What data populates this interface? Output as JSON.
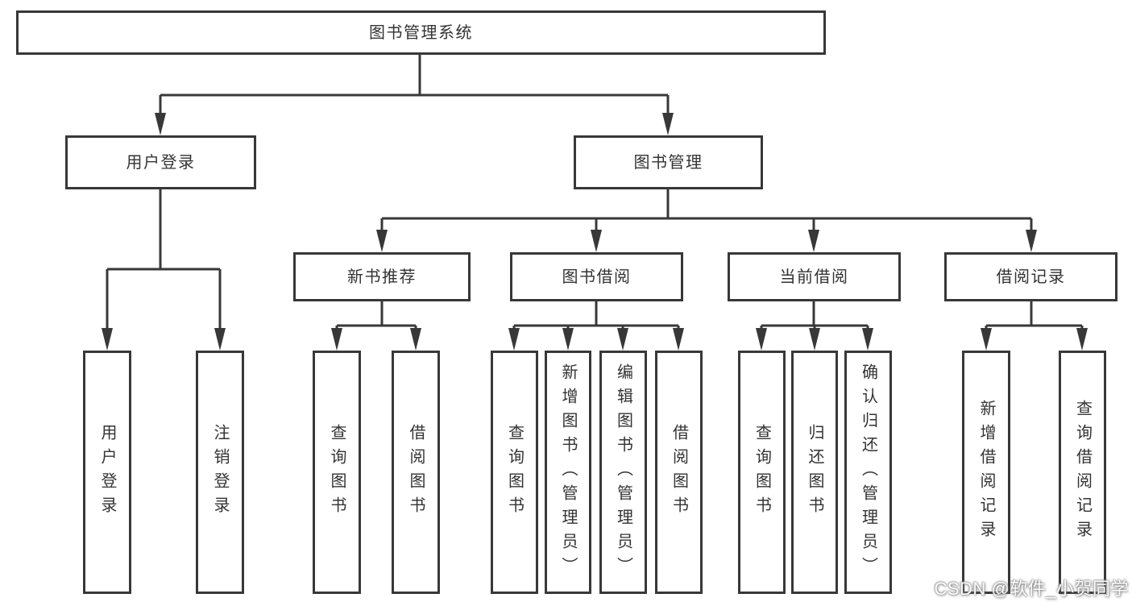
{
  "tree": {
    "root": {
      "label": "图书管理系统",
      "children": [
        {
          "label": "用户登录",
          "children": [
            {
              "label": "用户登录"
            },
            {
              "label": "注销登录"
            }
          ]
        },
        {
          "label": "图书管理",
          "children": [
            {
              "label": "新书推荐",
              "children": [
                {
                  "label": "查询图书"
                },
                {
                  "label": "借阅图书"
                }
              ]
            },
            {
              "label": "图书借阅",
              "children": [
                {
                  "label": "查询图书"
                },
                {
                  "label": "新增图书（管理员）"
                },
                {
                  "label": "编辑图书（管理员）"
                },
                {
                  "label": "借阅图书"
                }
              ]
            },
            {
              "label": "当前借阅",
              "children": [
                {
                  "label": "查询图书"
                },
                {
                  "label": "归还图书"
                },
                {
                  "label": "确认归还（管理员）"
                }
              ]
            },
            {
              "label": "借阅记录",
              "children": [
                {
                  "label": "新增借阅记录"
                },
                {
                  "label": "查询借阅记录"
                }
              ]
            }
          ]
        }
      ]
    }
  },
  "watermark": {
    "text": "CSDN @软件_小贺同学"
  },
  "colors": {
    "line": "#383838",
    "box_background": "#ffffff",
    "text": "#333333",
    "watermark_text": "#ffffff"
  }
}
